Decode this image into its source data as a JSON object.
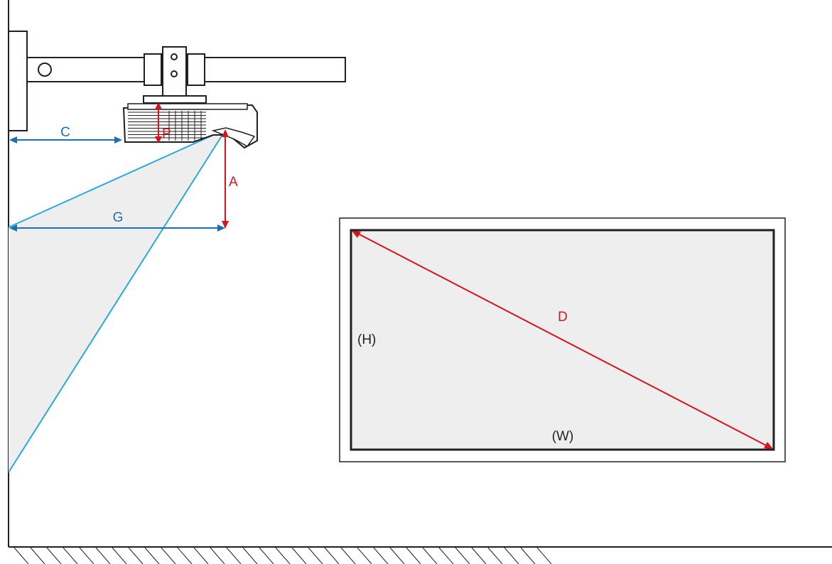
{
  "labels": {
    "c": "C",
    "p": "P",
    "a": "A",
    "g": "G",
    "d": "D",
    "h": "(H)",
    "w": "(W)"
  },
  "colors": {
    "line": "#231f20",
    "blue": "#1a6fb5",
    "beam": "#29a9e0",
    "red": "#d7141c",
    "screen_fill": "#eeeeee",
    "beam_fill": "#eeeeee"
  }
}
